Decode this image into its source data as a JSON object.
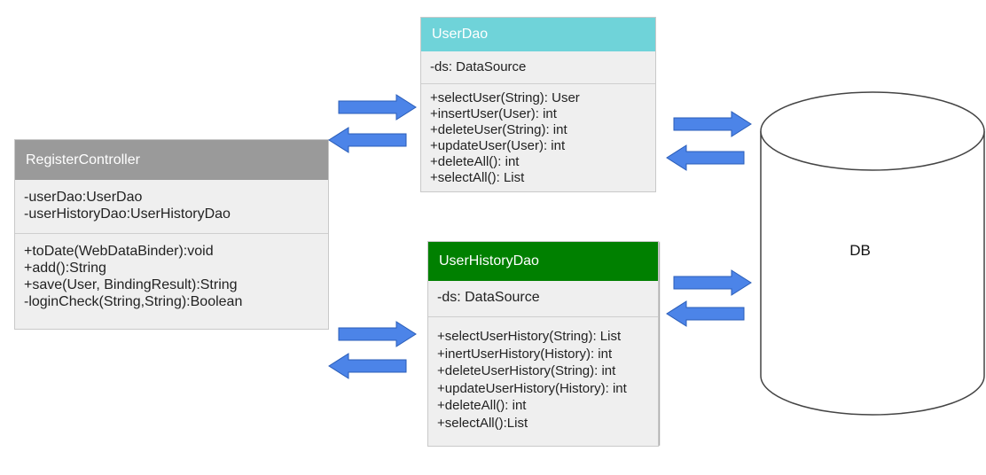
{
  "colors": {
    "register_header": "#9a9a9a",
    "userdao_header": "#6fd3d9",
    "userhistorydao_header": "#008000",
    "arrow_fill": "#4c84e8",
    "arrow_stroke": "#2a5db8",
    "box_body": "#efefef"
  },
  "register_controller": {
    "title": "RegisterController",
    "attributes": [
      "-userDao:UserDao",
      "-userHistoryDao:UserHistoryDao"
    ],
    "methods": [
      "+toDate(WebDataBinder):void",
      "+add():String",
      "+save(User, BindingResult):String",
      "-loginCheck(String,String):Boolean"
    ]
  },
  "user_dao": {
    "title": "UserDao",
    "attributes": [
      "-ds: DataSource"
    ],
    "methods": [
      "+selectUser(String): User",
      "+insertUser(User): int",
      "+deleteUser(String): int",
      "+updateUser(User): int",
      "+deleteAll(): int",
      "+selectAll(): List"
    ]
  },
  "user_history_dao": {
    "title": "UserHistoryDao",
    "attributes": [
      "-ds: DataSource"
    ],
    "methods": [
      "+selectUserHistory(String): List",
      "+inertUserHistory(History): int",
      "+deleteUserHistory(String): int",
      "+updateUserHistory(History): int",
      "+deleteAll(): int",
      "+selectAll():List"
    ]
  },
  "database": {
    "label": "DB"
  }
}
